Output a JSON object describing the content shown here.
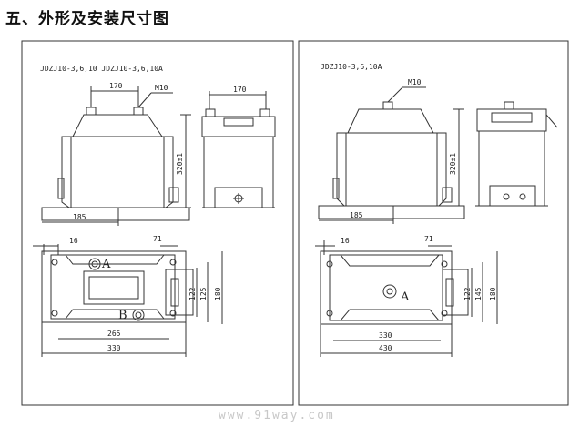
{
  "heading": "五、外形及安装尺寸图",
  "left_panel": {
    "title": "JDZJ10-3,6,10  JDZJ10-3,6,10A",
    "front": {
      "bolt": "M10",
      "dim_top": "170",
      "dim_height": "320±1",
      "dim_base": "185"
    },
    "side": {
      "dim_top": "170"
    },
    "plan": {
      "dim_left": "16",
      "dim_right": "71",
      "dim_inner": "265",
      "dim_outer": "330",
      "dim_v1": "122",
      "dim_v2": "125",
      "dim_v3": "180",
      "marker_a": "A",
      "marker_b": "B"
    }
  },
  "right_panel": {
    "title": "JDZJ10-3,6,10A",
    "front": {
      "bolt": "M10",
      "dim_height": "320±1",
      "dim_base": "185"
    },
    "plan": {
      "dim_left": "16",
      "dim_right": "71",
      "dim_inner": "330",
      "dim_outer": "430",
      "dim_v1": "122",
      "dim_v2": "145",
      "dim_v3": "180",
      "marker_a": "A"
    }
  },
  "watermark": "www.91way.com"
}
